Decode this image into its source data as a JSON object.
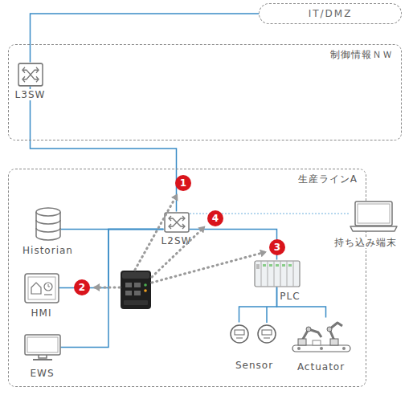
{
  "diagram": {
    "nodes": [
      {
        "text": [
          "IT/DMZ"
        ]
      },
      {
        "text": [
          "制御情報ＮＷ"
        ]
      },
      {
        "text": [
          "L3SW"
        ],
        "in": 1
      },
      {
        "text": [
          "生産ラインA"
        ]
      },
      {
        "text": [
          "L2SW"
        ],
        "in": 3
      },
      {
        "text": [
          "Historian"
        ],
        "in": 3
      },
      {
        "text": [
          "HMI"
        ],
        "in": 3
      },
      {
        "text": [
          "EWS"
        ],
        "in": 3
      },
      {
        "text": [
          "PLC"
        ],
        "in": 3
      },
      {
        "text": [
          "Sensor"
        ],
        "in": 3
      },
      {
        "text": [
          "Actuator"
        ],
        "in": 3
      },
      {
        "text": [
          "持ち込み端末"
        ]
      }
    ],
    "edges": [
      {
        "from": 2,
        "to": 0,
        "arrow": "none"
      },
      {
        "from": 2,
        "to": 4,
        "arrow": "none"
      },
      {
        "from": 4,
        "to": 5,
        "arrow": "none"
      },
      {
        "from": 4,
        "to": 6,
        "arrow": "none"
      },
      {
        "from": 4,
        "to": 7,
        "arrow": "none"
      },
      {
        "from": 4,
        "to": 8,
        "arrow": "none"
      },
      {
        "from": 8,
        "to": 9,
        "arrow": "none"
      },
      {
        "from": 8,
        "to": 10,
        "arrow": "none"
      },
      {
        "from": 11,
        "to": 4,
        "arrow": "none"
      }
    ],
    "labels": [
      "1",
      "2",
      "3",
      "4"
    ]
  }
}
